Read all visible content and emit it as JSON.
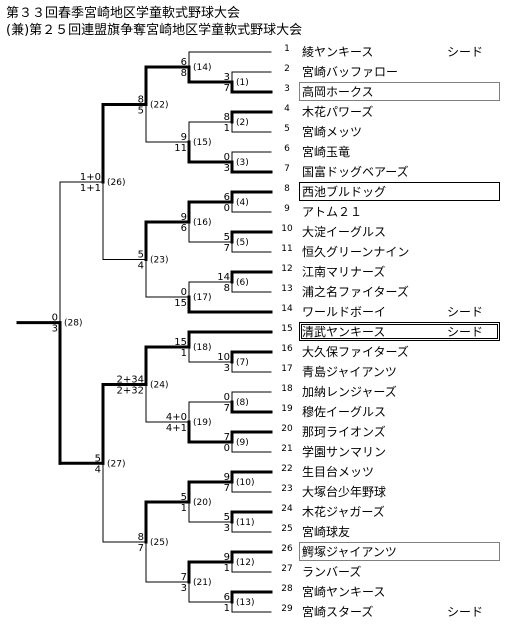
{
  "titles": {
    "line1": "第３３回春季宮崎地区学童軟式野球大会",
    "line2": "(兼)第２５回連盟旗争奪宮崎地区学童軟式野球大会"
  },
  "seed_label": "シード",
  "teams": [
    {
      "no": "1",
      "name": "綾ヤンキース",
      "seed": true,
      "box": "none"
    },
    {
      "no": "2",
      "name": "宮崎バッファロー",
      "seed": false,
      "box": "none"
    },
    {
      "no": "3",
      "name": "高岡ホークス",
      "seed": false,
      "box": "dotted"
    },
    {
      "no": "4",
      "name": "木花パワーズ",
      "seed": false,
      "box": "none"
    },
    {
      "no": "5",
      "name": "宮崎メッツ",
      "seed": false,
      "box": "none"
    },
    {
      "no": "6",
      "name": "宮崎玉竜",
      "seed": false,
      "box": "none"
    },
    {
      "no": "7",
      "name": "国富ドッグベアーズ",
      "seed": false,
      "box": "none"
    },
    {
      "no": "8",
      "name": "西池ブルドッグ",
      "seed": false,
      "box": "solid"
    },
    {
      "no": "9",
      "name": "アトム２１",
      "seed": false,
      "box": "none"
    },
    {
      "no": "10",
      "name": "大淀イーグルス",
      "seed": false,
      "box": "none"
    },
    {
      "no": "11",
      "name": "恒久グリーンナイン",
      "seed": false,
      "box": "none"
    },
    {
      "no": "12",
      "name": "江南マリナーズ",
      "seed": false,
      "box": "none"
    },
    {
      "no": "13",
      "name": "浦之名ファイターズ",
      "seed": false,
      "box": "none"
    },
    {
      "no": "14",
      "name": "ワールドボーイ",
      "seed": true,
      "box": "none"
    },
    {
      "no": "15",
      "name": "清武ヤンキース",
      "seed": true,
      "box": "double"
    },
    {
      "no": "16",
      "name": "大久保ファイターズ",
      "seed": false,
      "box": "none"
    },
    {
      "no": "17",
      "name": "青島ジャイアンツ",
      "seed": false,
      "box": "none"
    },
    {
      "no": "18",
      "name": "加納レンジャーズ",
      "seed": false,
      "box": "none"
    },
    {
      "no": "19",
      "name": "穆佐イーグルス",
      "seed": false,
      "box": "none"
    },
    {
      "no": "20",
      "name": "那珂ライオンズ",
      "seed": false,
      "box": "none"
    },
    {
      "no": "21",
      "name": "学園サンマリン",
      "seed": false,
      "box": "none"
    },
    {
      "no": "22",
      "name": "生目台メッツ",
      "seed": false,
      "box": "none"
    },
    {
      "no": "23",
      "name": "大塚台少年野球",
      "seed": false,
      "box": "none"
    },
    {
      "no": "24",
      "name": "木花ジャガーズ",
      "seed": false,
      "box": "none"
    },
    {
      "no": "25",
      "name": "宮崎球友",
      "seed": false,
      "box": "none"
    },
    {
      "no": "26",
      "name": "鰐塚ジャイアンツ",
      "seed": false,
      "box": "dotted"
    },
    {
      "no": "27",
      "name": "ランバーズ",
      "seed": false,
      "box": "none"
    },
    {
      "no": "28",
      "name": "宮崎ヤンキース",
      "seed": false,
      "box": "none"
    },
    {
      "no": "29",
      "name": "宮崎スターズ",
      "seed": true,
      "box": "none"
    }
  ],
  "matches": [
    {
      "id": "m1",
      "label": "(1)",
      "top": "3",
      "bottom": "7"
    },
    {
      "id": "m2",
      "label": "(2)",
      "top": "8",
      "bottom": "1"
    },
    {
      "id": "m3",
      "label": "(3)",
      "top": "0",
      "bottom": "3"
    },
    {
      "id": "m4",
      "label": "(4)",
      "top": "6",
      "bottom": "0"
    },
    {
      "id": "m5",
      "label": "(5)",
      "top": "5",
      "bottom": "7"
    },
    {
      "id": "m6",
      "label": "(6)",
      "top": "14",
      "bottom": "8"
    },
    {
      "id": "m7",
      "label": "(7)",
      "top": "10",
      "bottom": "3"
    },
    {
      "id": "m8",
      "label": "(8)",
      "top": "0",
      "bottom": "7"
    },
    {
      "id": "m9",
      "label": "(9)",
      "top": "7",
      "bottom": "0"
    },
    {
      "id": "m10",
      "label": "(10)",
      "top": "9",
      "bottom": "7"
    },
    {
      "id": "m11",
      "label": "(11)",
      "top": "5",
      "bottom": "3"
    },
    {
      "id": "m12",
      "label": "(12)",
      "top": "9",
      "bottom": "1"
    },
    {
      "id": "m13",
      "label": "(13)",
      "top": "6",
      "bottom": "1"
    },
    {
      "id": "m14",
      "label": "(14)",
      "top": "6",
      "bottom": "8"
    },
    {
      "id": "m15",
      "label": "(15)",
      "top": "9",
      "bottom": "11"
    },
    {
      "id": "m16",
      "label": "(16)",
      "top": "9",
      "bottom": "6"
    },
    {
      "id": "m17",
      "label": "(17)",
      "top": "0",
      "bottom": "15"
    },
    {
      "id": "m18",
      "label": "(18)",
      "top": "15",
      "bottom": "1"
    },
    {
      "id": "m19",
      "label": "(19)",
      "top": "4+0",
      "bottom": "4+1"
    },
    {
      "id": "m20",
      "label": "(20)",
      "top": "5",
      "bottom": "1"
    },
    {
      "id": "m21",
      "label": "(21)",
      "top": "7",
      "bottom": "3"
    },
    {
      "id": "m22",
      "label": "(22)",
      "top": "8",
      "bottom": "5"
    },
    {
      "id": "m23",
      "label": "(23)",
      "top": "5",
      "bottom": "4"
    },
    {
      "id": "m24",
      "label": "(24)",
      "top": "2+34",
      "bottom": "2+32"
    },
    {
      "id": "m25",
      "label": "(25)",
      "top": "8",
      "bottom": "7"
    },
    {
      "id": "m26",
      "label": "(26)",
      "top": "1+0",
      "bottom": "1+1"
    },
    {
      "id": "m27",
      "label": "(27)",
      "top": "5",
      "bottom": "4"
    },
    {
      "id": "m28",
      "label": "(28)",
      "top": "0",
      "bottom": "3"
    }
  ]
}
